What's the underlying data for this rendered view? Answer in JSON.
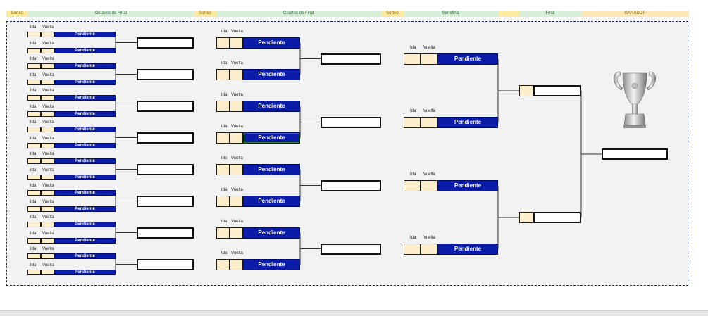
{
  "headers": {
    "sorteo_1": "Sorteo",
    "octavos": "Octavos de Final",
    "sorteo_2": "Sorteo",
    "cuartos": "Cuartos de Final",
    "sorteo_3": "Sorteo",
    "semifinal": "Semifinal",
    "final": "Final",
    "ganador": "GANADOR"
  },
  "match_labels": {
    "ida": "Ida",
    "vuelta": "Vuelta",
    "pending": "Pendiente"
  },
  "rounds": {
    "octavos_slots": 16,
    "cuartos_slots": 8,
    "semifinal_slots": 4,
    "final_slots": 2
  },
  "trophy_icon": "trophy-icon",
  "colors": {
    "pending_bg": "#0a1ca8",
    "score_cell_bg": "#fdeecb",
    "header_green": "#d5efd8",
    "header_yellow": "#fde9a0"
  }
}
